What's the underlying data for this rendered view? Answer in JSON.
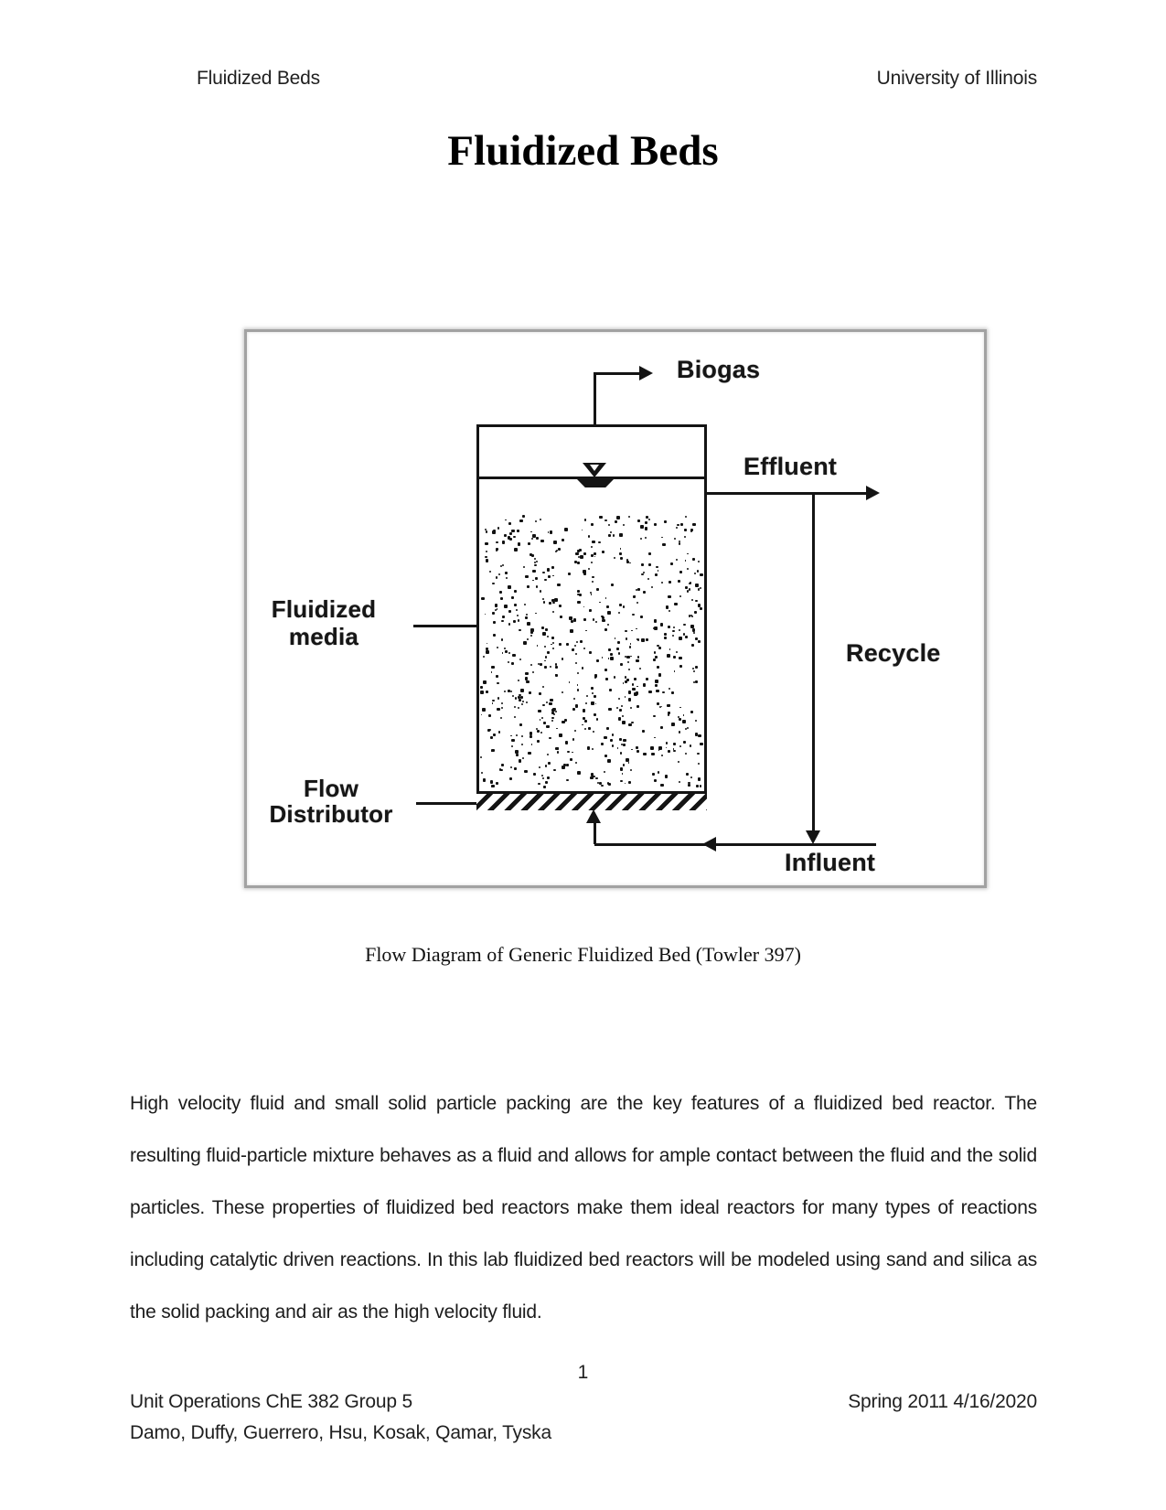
{
  "header": {
    "left": "Fluidized Beds",
    "right": "University of Illinois"
  },
  "title": "Fluidized Beds",
  "figure": {
    "caption": "Flow Diagram of Generic Fluidized Bed (Towler 397)",
    "labels": {
      "biogas": "Biogas",
      "effluent": "Effluent",
      "recycle": "Recycle",
      "influent": "Influent",
      "fluidized_media_line1": "Fluidized",
      "fluidized_media_line2": "media",
      "flow_distributor_line1": "Flow",
      "flow_distributor_line2": "Distributor"
    },
    "colors": {
      "diagram_line": "#141414",
      "figure_border": "#a2a2a2"
    }
  },
  "body_paragraph": "High velocity fluid and small solid particle packing are the key features of a fluidized bed reactor. The resulting fluid-particle mixture behaves as a fluid and allows for ample contact between the fluid and the solid particles. These properties of fluidized bed reactors make them ideal reactors for many types of reactions including catalytic driven reactions. In this lab fluidized bed reactors will be modeled using sand and silica as the solid packing and air as the high velocity fluid.",
  "page_number": "1",
  "footer": {
    "left_line1": "Unit Operations ChE 382 Group 5",
    "right_line1": "Spring 2011 4/16/2020",
    "line2": "Damo, Duffy, Guerrero, Hsu, Kosak, Qamar, Tyska"
  }
}
